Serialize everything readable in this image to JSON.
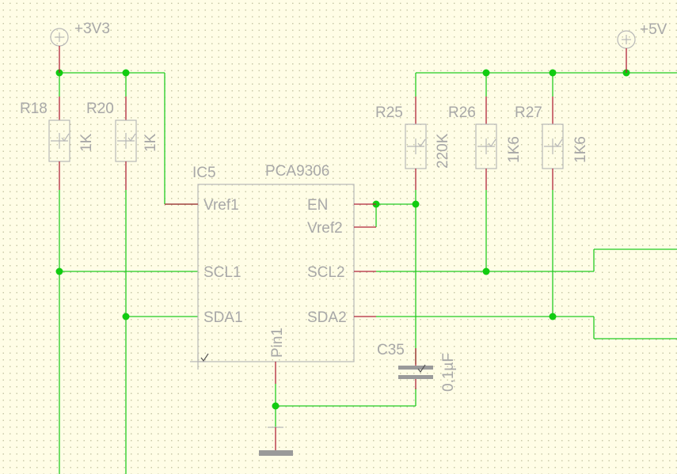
{
  "power": {
    "v3v3": "+3V3",
    "v5": "+5V"
  },
  "resistors": [
    {
      "ref": "R18",
      "value": "1K"
    },
    {
      "ref": "R20",
      "value": "1K"
    },
    {
      "ref": "R25",
      "value": "220K"
    },
    {
      "ref": "R26",
      "value": "1K6"
    },
    {
      "ref": "R27",
      "value": "1K6"
    }
  ],
  "ic": {
    "ref": "IC5",
    "part": "PCA9306",
    "pins": {
      "vref1": "Vref1",
      "scl1": "SCL1",
      "sda1": "SDA1",
      "en": "EN",
      "vref2": "Vref2",
      "scl2": "SCL2",
      "sda2": "SDA2",
      "pin1": "Pin1"
    }
  },
  "capacitor": {
    "ref": "C35",
    "value": "0,1µF"
  },
  "colors": {
    "wire": "#22cc22",
    "junction": "#11cc11",
    "lead": "#b0243a",
    "outline": "#b8b8b8",
    "text": "#a8a8a8",
    "background": "#fffde6"
  }
}
